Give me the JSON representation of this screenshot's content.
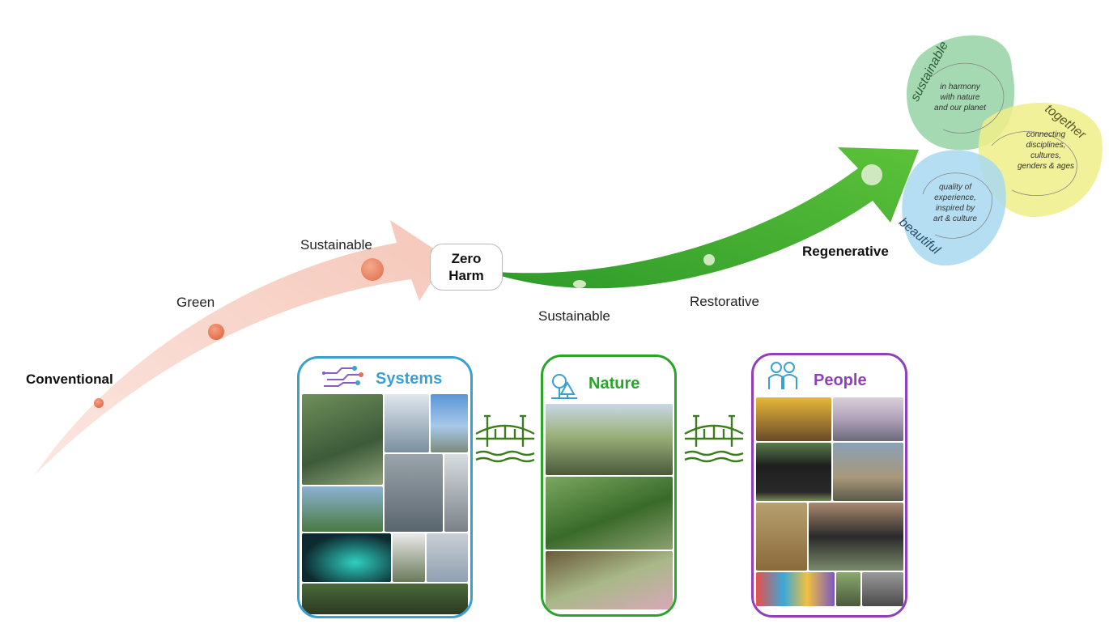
{
  "stages": {
    "conventional": "Conventional",
    "green": "Green",
    "sustainable_pre": "Sustainable",
    "zero_harm_line1": "Zero",
    "zero_harm_line2": "Harm",
    "sustainable_post": "Sustainable",
    "restorative": "Restorative",
    "regenerative": "Regenerative"
  },
  "venn": {
    "sustainable": {
      "title": "sustainable",
      "lines": [
        "in harmony",
        "with nature",
        "and our planet"
      ]
    },
    "together": {
      "title": "together",
      "lines": [
        "connecting",
        "disciplines,",
        "cultures,",
        "genders & ages"
      ]
    },
    "beautiful": {
      "title": "beautiful",
      "lines": [
        "quality of",
        "experience,",
        "inspired by",
        "art & culture"
      ]
    }
  },
  "cards": {
    "systems": {
      "title": "Systems",
      "color": "#3aa0d0"
    },
    "nature": {
      "title": "Nature",
      "color": "#2aa52a"
    },
    "people": {
      "title": "People",
      "color": "#9040b8"
    }
  },
  "colors": {
    "pre_arrow": "#f6cfc4",
    "post_arrow": "#3fa82e",
    "dot_orange": "#e8744f",
    "venn_green": "#8fcf9f",
    "venn_yellow": "#eeee88",
    "venn_blue": "#a8d8f0"
  },
  "icons": [
    "circuit-icon",
    "tree-icon",
    "people-icon",
    "bridge-icon"
  ]
}
